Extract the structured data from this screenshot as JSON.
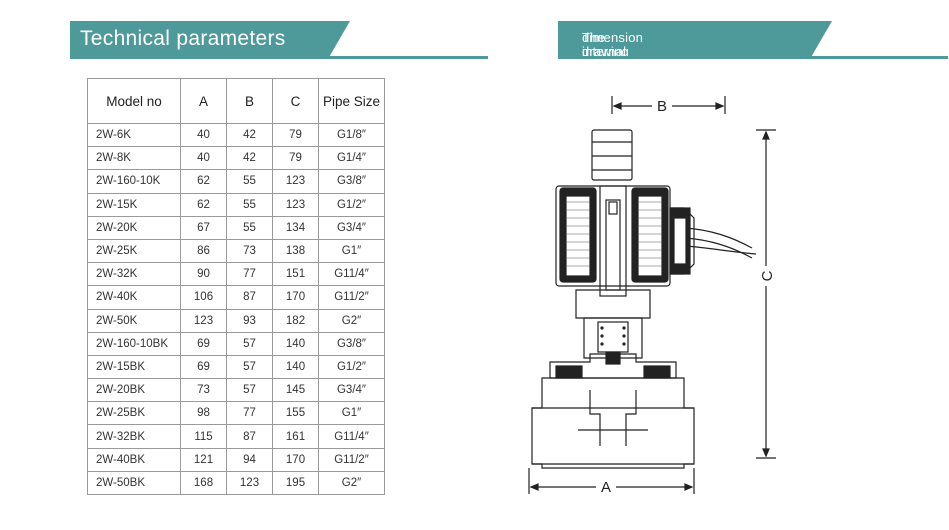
{
  "left_section": {
    "title": "Technical parameters"
  },
  "right_section": {
    "title_line1": "The internal structure of outline",
    "title_line2": "dimension drawing"
  },
  "table": {
    "headers": [
      "Model no",
      "A",
      "B",
      "C",
      "Pipe Size"
    ],
    "rows": [
      [
        "2W-6K",
        "40",
        "42",
        "79",
        "G1/8″"
      ],
      [
        "2W-8K",
        "40",
        "42",
        "79",
        "G1/4″"
      ],
      [
        "2W-160-10K",
        "62",
        "55",
        "123",
        "G3/8″"
      ],
      [
        "2W-15K",
        "62",
        "55",
        "123",
        "G1/2″"
      ],
      [
        "2W-20K",
        "67",
        "55",
        "134",
        "G3/4″"
      ],
      [
        "2W-25K",
        "86",
        "73",
        "138",
        "G1″"
      ],
      [
        "2W-32K",
        "90",
        "77",
        "151",
        "G11/4″"
      ],
      [
        "2W-40K",
        "106",
        "87",
        "170",
        "G11/2″"
      ],
      [
        "2W-50K",
        "123",
        "93",
        "182",
        "G2″"
      ],
      [
        "2W-160-10BK",
        "69",
        "57",
        "140",
        "G3/8″"
      ],
      [
        "2W-15BK",
        "69",
        "57",
        "140",
        "G1/2″"
      ],
      [
        "2W-20BK",
        "73",
        "57",
        "145",
        "G3/4″"
      ],
      [
        "2W-25BK",
        "98",
        "77",
        "155",
        "G1″"
      ],
      [
        "2W-32BK",
        "115",
        "87",
        "161",
        "G11/4″"
      ],
      [
        "2W-40BK",
        "121",
        "94",
        "170",
        "G11/2″"
      ],
      [
        "2W-50BK",
        "168",
        "123",
        "195",
        "G2″"
      ]
    ]
  },
  "drawing": {
    "label_a": "A",
    "label_b": "B",
    "label_c": "C"
  },
  "colors": {
    "accent": "#4e9a9b"
  }
}
